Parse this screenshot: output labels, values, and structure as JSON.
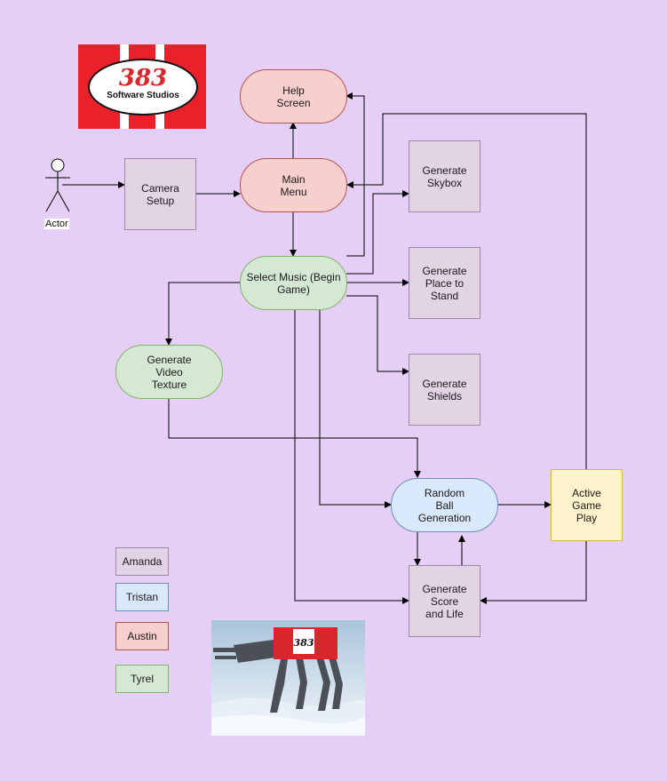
{
  "colors": {
    "background": "#e5cff7",
    "amanda": "#e2d4e4",
    "tristan": "#dae8fc",
    "austin": "#f7cfcd",
    "tyrel": "#d5e8d4",
    "yellow": "#fff2cc",
    "logo_red": "#e8212a"
  },
  "logo": {
    "number": "383",
    "text": "Software Studios"
  },
  "actor": {
    "label": "Actor"
  },
  "nodes": {
    "camera_setup": "Camera\nSetup",
    "help_screen": "Help\nScreen",
    "main_menu": "Main\nMenu",
    "select_music": "Select Music (Begin\nGame)",
    "generate_skybox": "Generate\nSkybox",
    "generate_place": "Generate\nPlace to\nStand",
    "generate_shields": "Generate\nShields",
    "generate_video": "Generate\nVideo\nTexture",
    "random_ball": "Random\nBall\nGeneration",
    "active_game": "Active\nGame\nPlay",
    "score_life": "Generate\nScore\nand Life"
  },
  "legend": [
    {
      "label": "Amanda",
      "color": "#e2d4e4"
    },
    {
      "label": "Tristan",
      "color": "#dae8fc"
    },
    {
      "label": "Austin",
      "color": "#f7cfcd"
    },
    {
      "label": "Tyrel",
      "color": "#d5e8d4"
    }
  ],
  "walker_badge": "383"
}
